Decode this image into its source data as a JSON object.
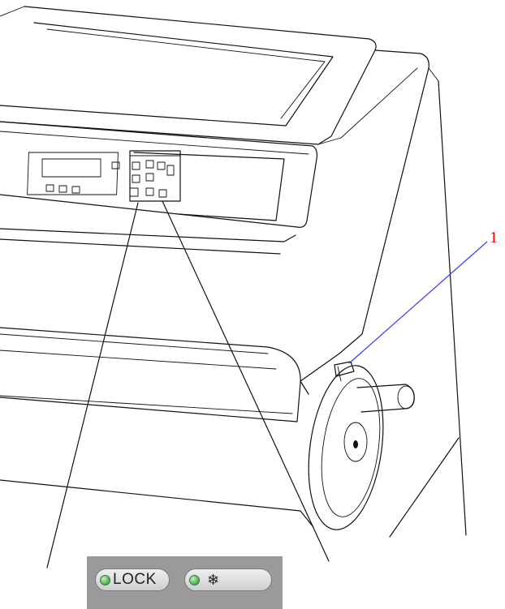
{
  "callout": {
    "number": "1",
    "color": "#ff0000",
    "leader_color": "#3a3aff"
  },
  "control_panel": {
    "background": "#9a9a9a",
    "led_color": "#58b85c",
    "buttons": [
      {
        "label": "LOCK",
        "icon": "led-indicator"
      },
      {
        "label": "",
        "icon": "snowflake-icon",
        "glyph": "❄"
      }
    ]
  }
}
